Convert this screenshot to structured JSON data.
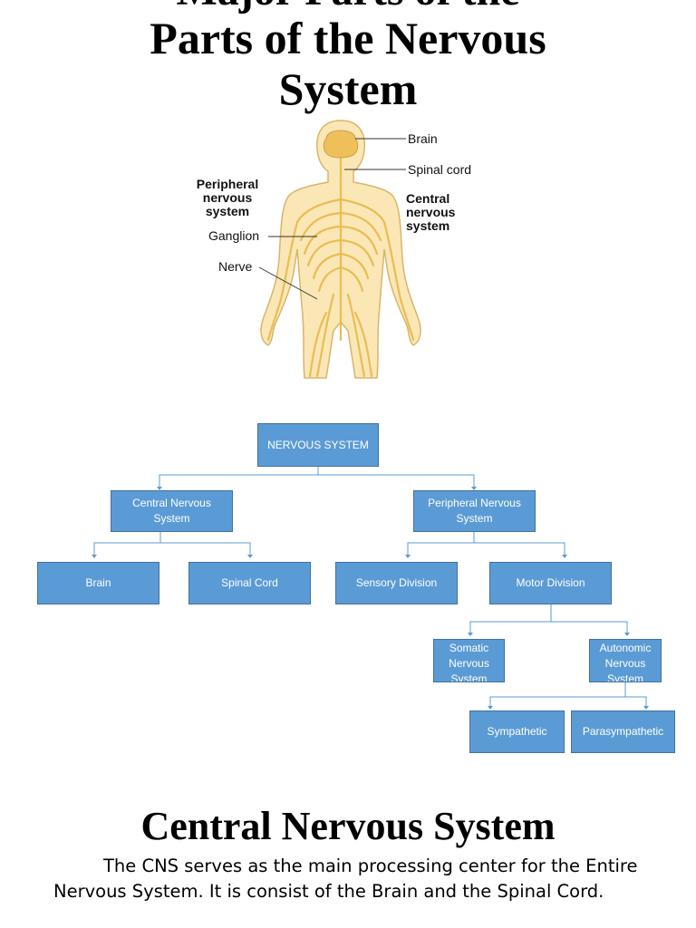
{
  "header": {
    "cut_title": "Major Parts of the",
    "title": "Parts of the Nervous System"
  },
  "figure": {
    "labels": {
      "brain": "Brain",
      "spinal_cord": "Spinal cord",
      "central": "Central nervous system",
      "peripheral": "Peripheral nervous system",
      "ganglion": "Ganglion",
      "nerve": "Nerve"
    },
    "colors": {
      "nerve": "#e9bd52",
      "skin": "#fbe6b6",
      "outline": "#c9a34a"
    }
  },
  "org_chart": {
    "box_color": "#5b9bd5",
    "line_color": "#5b9bd5",
    "root": "NERVOUS SYSTEM",
    "cns": "Central Nervous System",
    "pns": "Peripheral Nervous System",
    "brain": "Brain",
    "spinal_cord": "Spinal Cord",
    "sensory": "Sensory Division",
    "motor": "Motor Division",
    "somatic": "Somatic Nervous System",
    "autonomic": "Autonomic Nervous System",
    "sympathetic": "Sympathetic",
    "parasympathetic": "Parasympathetic"
  },
  "section": {
    "title": "Central Nervous System",
    "body": "The CNS serves as the main processing center for the Entire Nervous System. It is consist of the Brain and the Spinal Cord."
  }
}
